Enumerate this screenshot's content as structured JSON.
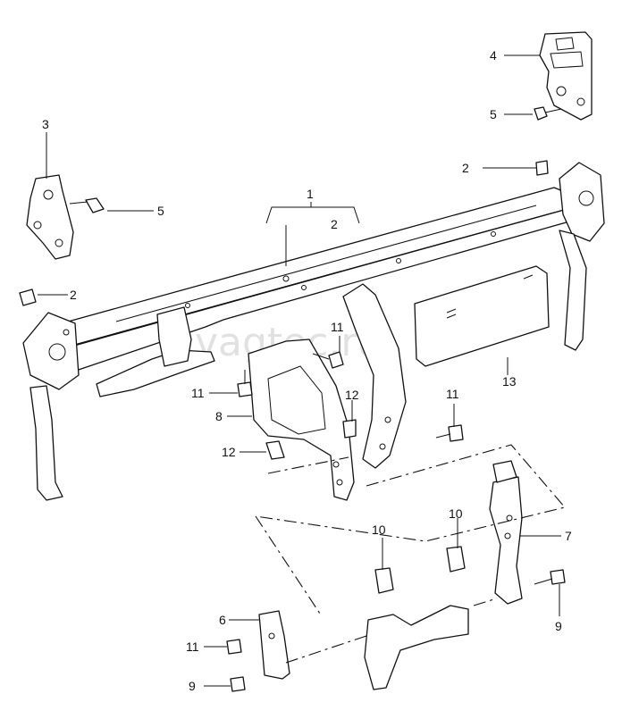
{
  "watermark": "vagtec.ru",
  "callouts": {
    "c1": "1",
    "c2_main": "2",
    "c2_right": "2",
    "c2_left": "2",
    "c3": "3",
    "c4": "4",
    "c5_top": "5",
    "c5_left": "5",
    "c6": "6",
    "c7": "7",
    "c8": "8",
    "c9_right": "9",
    "c9_bottom": "9",
    "c10_left": "10",
    "c10_right": "10",
    "c11_upper": "11",
    "c11_mid_left": "11",
    "c11_mid_right": "11",
    "c11_bottom": "11",
    "c12_left": "12",
    "c12_right": "12",
    "c13": "13"
  }
}
